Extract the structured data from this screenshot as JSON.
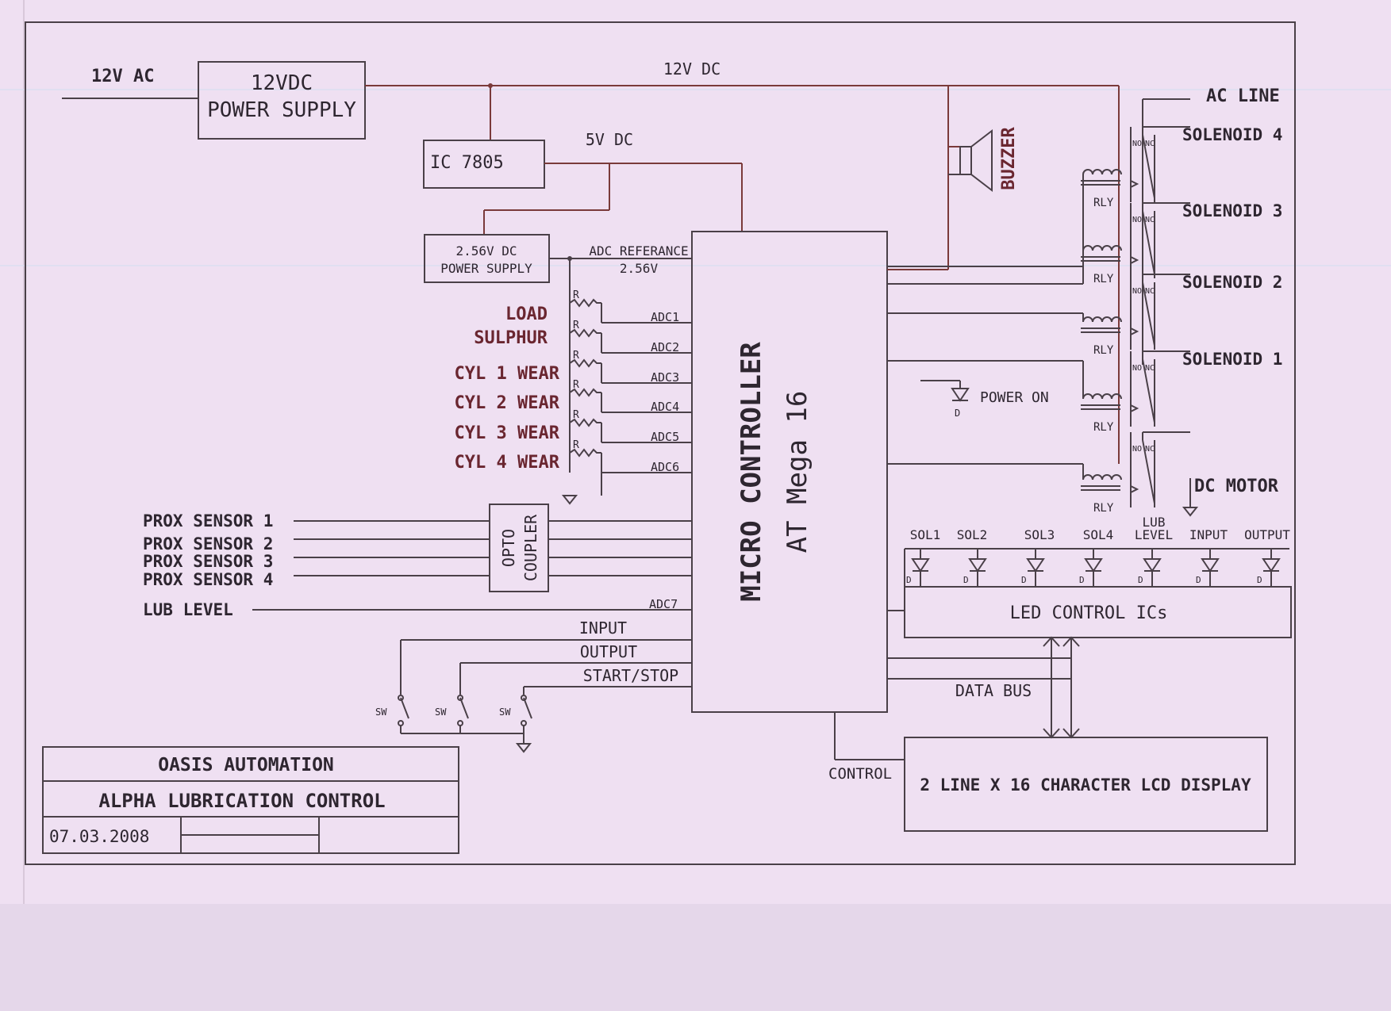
{
  "power": {
    "ac_in": "12V AC",
    "psu_line1": "12VDC",
    "psu_line2": "POWER SUPPLY",
    "rail12": "12V DC",
    "regulator": "IC 7805",
    "rail5": "5V DC",
    "ref_psu_line1": "2.56V DC",
    "ref_psu_line2": "POWER SUPPLY",
    "adc_ref_line1": "ADC REFERANCE",
    "adc_ref_line2": "2.56V"
  },
  "mcu": {
    "line1": "MICRO CONTROLLER",
    "line2": "AT Mega 16"
  },
  "analog_inputs": [
    {
      "label": "LOAD",
      "adc": "ADC1"
    },
    {
      "label": "SULPHUR",
      "adc": "ADC2"
    },
    {
      "label": "CYL 1 WEAR",
      "adc": "ADC3"
    },
    {
      "label": "CYL 2 WEAR",
      "adc": "ADC4"
    },
    {
      "label": "CYL 3 WEAR",
      "adc": "ADC5"
    },
    {
      "label": "CYL 4 WEAR",
      "adc": "ADC6"
    }
  ],
  "resistor_label": "R",
  "prox_sensors": [
    "PROX SENSOR 1",
    "PROX SENSOR 2",
    "PROX SENSOR 3",
    "PROX SENSOR 4"
  ],
  "opto_line1": "OPTO",
  "opto_line2": "COUPLER",
  "lub_level": {
    "label": "LUB LEVEL",
    "adc": "ADC7"
  },
  "switch_inputs": [
    "INPUT",
    "OUTPUT",
    "START/STOP"
  ],
  "switch_label": "SW",
  "buzzer": "BUZZER",
  "ac_line": "AC LINE",
  "relay_label": "RLY",
  "contact_no": "NO",
  "contact_nc": "NC",
  "solenoids": [
    "SOLENOID 4",
    "SOLENOID 3",
    "SOLENOID 2",
    "SOLENOID 1"
  ],
  "dc_motor": "DC MOTOR",
  "power_on": "POWER ON",
  "diode_label": "D",
  "leds": [
    "SOL1",
    "SOL2",
    "SOL3",
    "SOL4",
    "LUB",
    "LEVEL",
    "INPUT",
    "OUTPUT"
  ],
  "led_control": "LED CONTROL ICs",
  "data_bus": "DATA BUS",
  "control": "CONTROL",
  "lcd": "2 LINE X 16 CHARACTER LCD DISPLAY",
  "title_block": {
    "company": "OASIS AUTOMATION",
    "project": "ALPHA LUBRICATION CONTROL",
    "date": "07.03.2008"
  },
  "colors": {
    "paper": "#efe0f2",
    "ink": "#4a4048",
    "red_ink": "#7a3a3a"
  }
}
